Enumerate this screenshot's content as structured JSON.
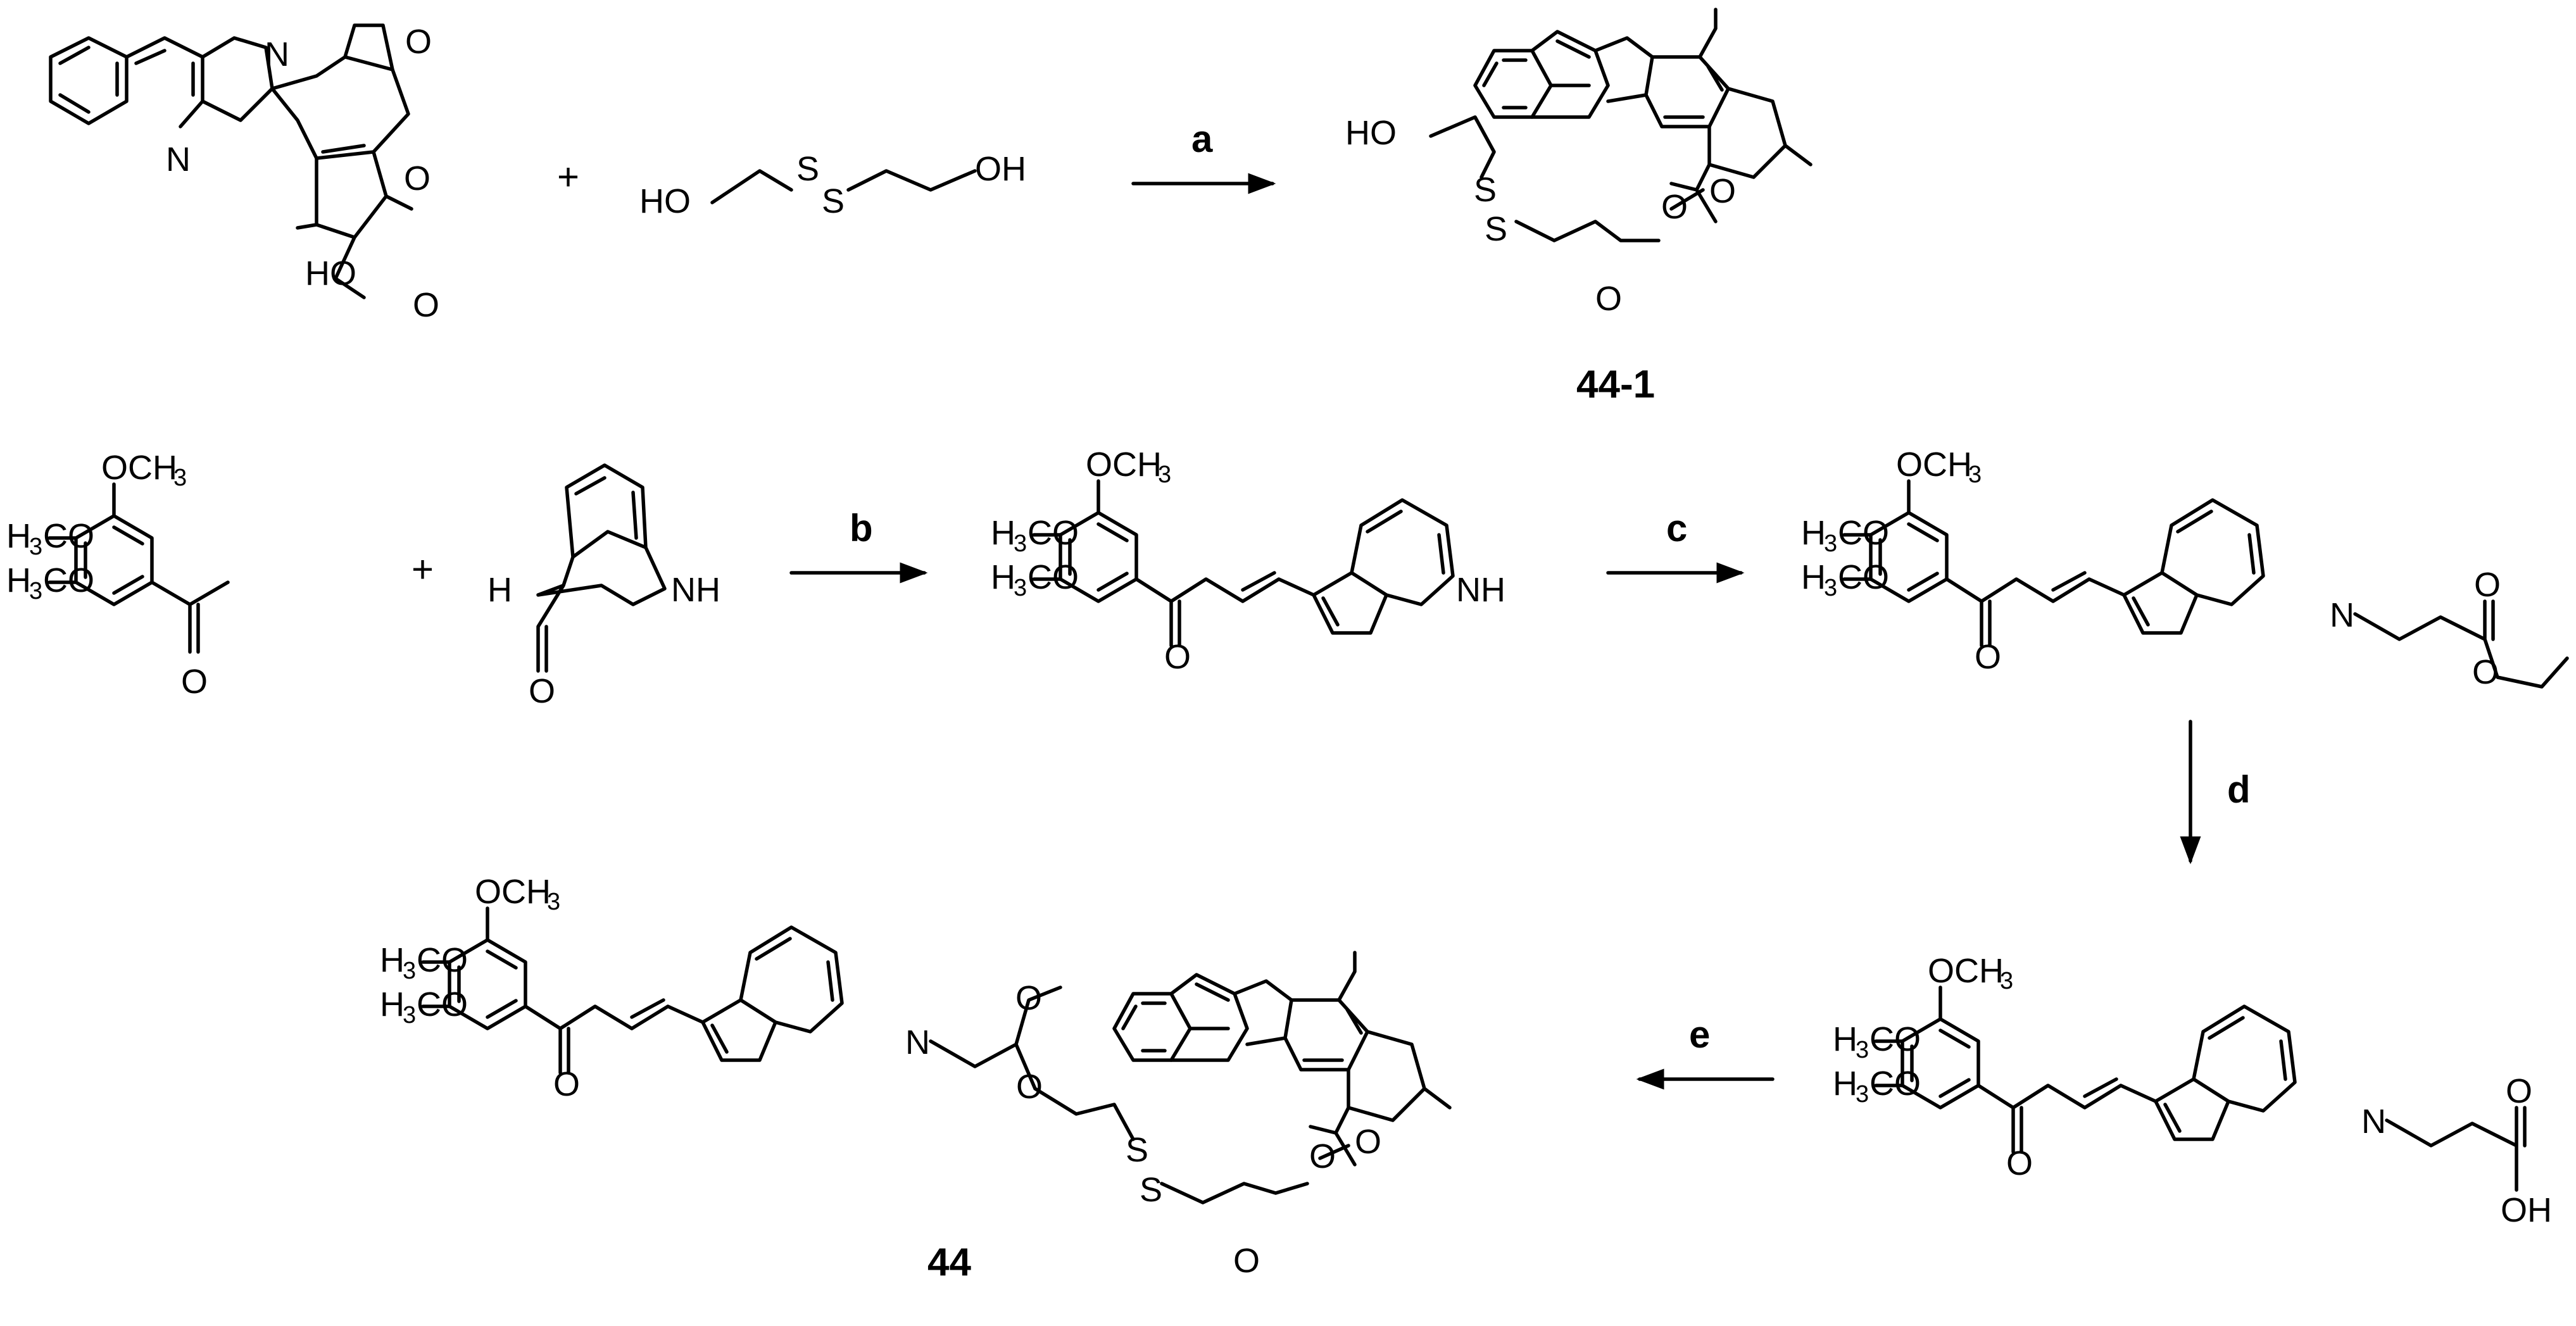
{
  "scheme": {
    "plus_sign": "+",
    "steps": {
      "a": "a",
      "b": "b",
      "c": "c",
      "d": "d",
      "e": "e"
    },
    "compounds": {
      "c44_1": "44-1",
      "c44": "44"
    },
    "atoms": {
      "N": "N",
      "O": "O",
      "HO": "HO",
      "OH": "OH",
      "S": "S",
      "NH": "NH",
      "H": "H",
      "OCH": "OCH",
      "OCH3_sub": "3",
      "H3CO_H": "H",
      "H3CO_sub": "3",
      "H3CO_CO": "CO"
    }
  }
}
